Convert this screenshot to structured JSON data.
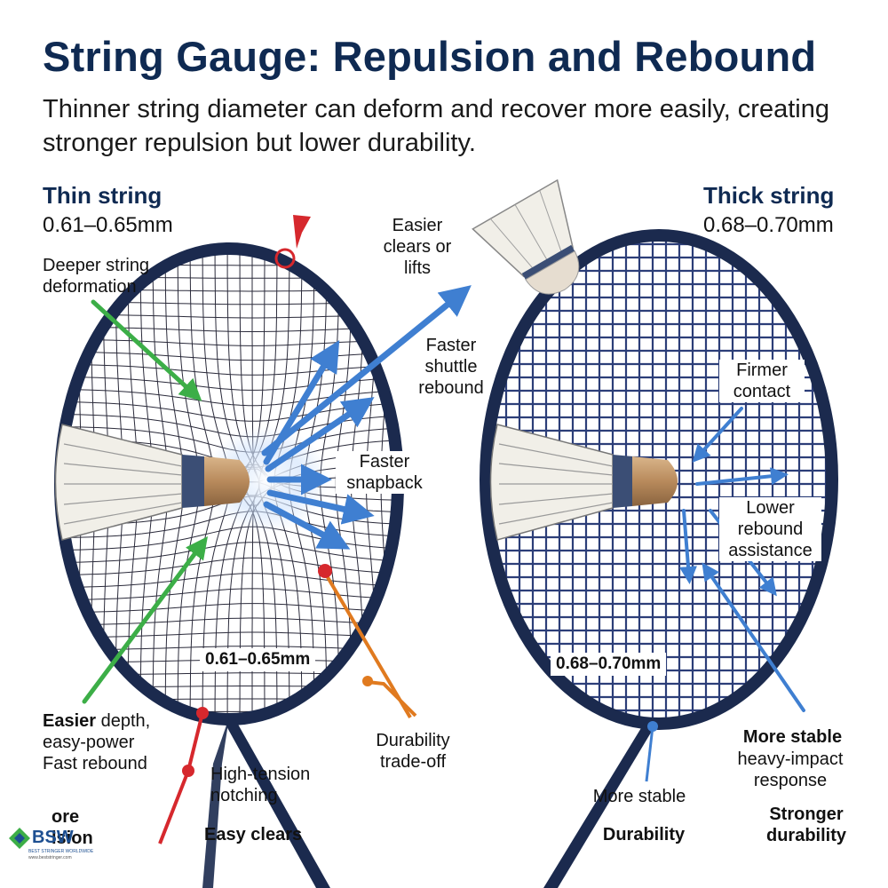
{
  "header": {
    "title": "String Gauge: Repulsion and Rebound",
    "subtitle": "Thinner string diameter can deform and recover more easily, creating stronger repulsion but lower durability."
  },
  "left": {
    "name": "Thin string",
    "gauge": "0.61–0.65mm",
    "racket_gauge_label": "0.61–0.65mm",
    "labels": {
      "deeper": "Deeper string deformation",
      "easier_clears": "Easier clears or lifts",
      "faster_rebound": "Faster shuttle rebound",
      "snapback": "Faster snapback",
      "easier_depth_bold": "Easier",
      "easier_depth_rest": " depth,",
      "easy_power": "easy-power",
      "fast_rebound": "Fast rebound",
      "notching": "High-tension notching",
      "durability_tradeoff": "Durability trade-off",
      "more_repulsion_partial": "ore\nlsion",
      "easy_clears": "Easy clears"
    }
  },
  "right": {
    "name": "Thick string",
    "gauge": "0.68–0.70mm",
    "racket_gauge_label": "0.68–0.70mm",
    "labels": {
      "firmer": "Firmer contact",
      "lower_rebound": "Lower rebound assistance",
      "more_stable_bold": "More stable",
      "heavy_impact": "heavy-impact response",
      "more_stable_small": "More stable",
      "durability": "Durability",
      "stronger_durability": "Stronger durability"
    }
  },
  "logo": {
    "text": "BSW",
    "tagline": "BEST STRINGER WORLDWIDE",
    "url": "www.beststringer.com"
  },
  "colors": {
    "title": "#0f2a52",
    "frame": "#1b2a4e",
    "arrow_blue": "#3f7fd1",
    "arrow_green": "#3cae47",
    "accent_red": "#d6282d",
    "accent_orange": "#e07a1f"
  }
}
